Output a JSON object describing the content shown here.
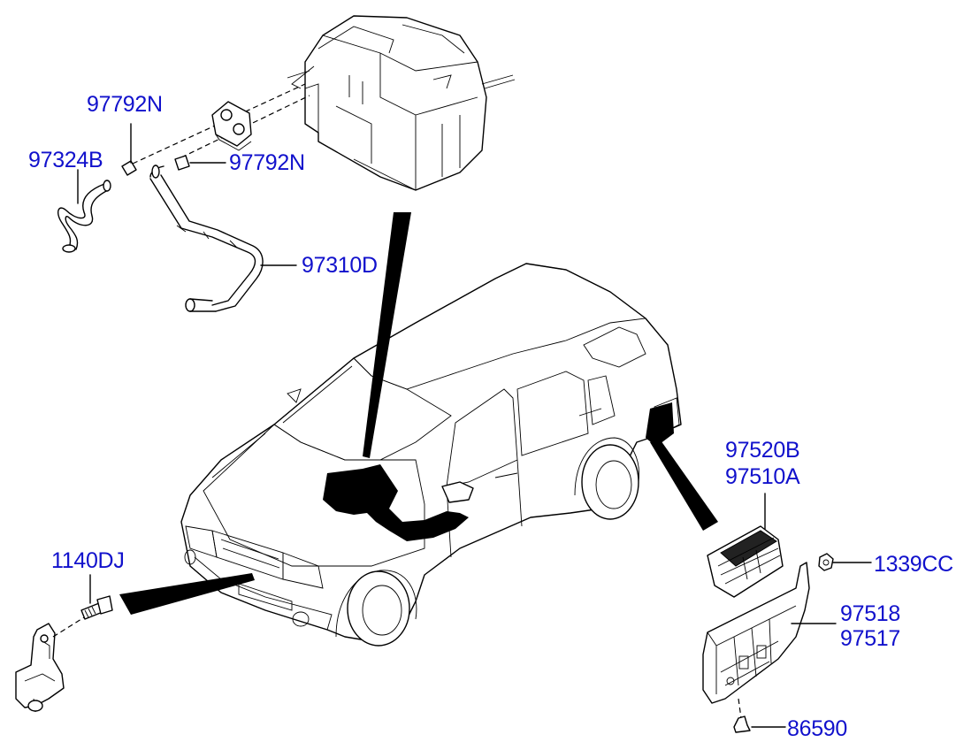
{
  "diagram": {
    "parts": [
      {
        "id": "p1",
        "part_number": "97792N"
      },
      {
        "id": "p2",
        "part_number": "97324B"
      },
      {
        "id": "p3",
        "part_number": "97792N"
      },
      {
        "id": "p4",
        "part_number": "97310D"
      },
      {
        "id": "p5",
        "part_number": "97520B"
      },
      {
        "id": "p6",
        "part_number": "97510A"
      },
      {
        "id": "p7",
        "part_number": "1140DJ"
      },
      {
        "id": "p8",
        "part_number": "1339CC"
      },
      {
        "id": "p9",
        "part_number": "97518"
      },
      {
        "id": "p10",
        "part_number": "97517"
      },
      {
        "id": "p11",
        "part_number": "86590"
      }
    ],
    "colors": {
      "label": "#1111cc",
      "line": "#000000",
      "background": "#ffffff"
    }
  }
}
